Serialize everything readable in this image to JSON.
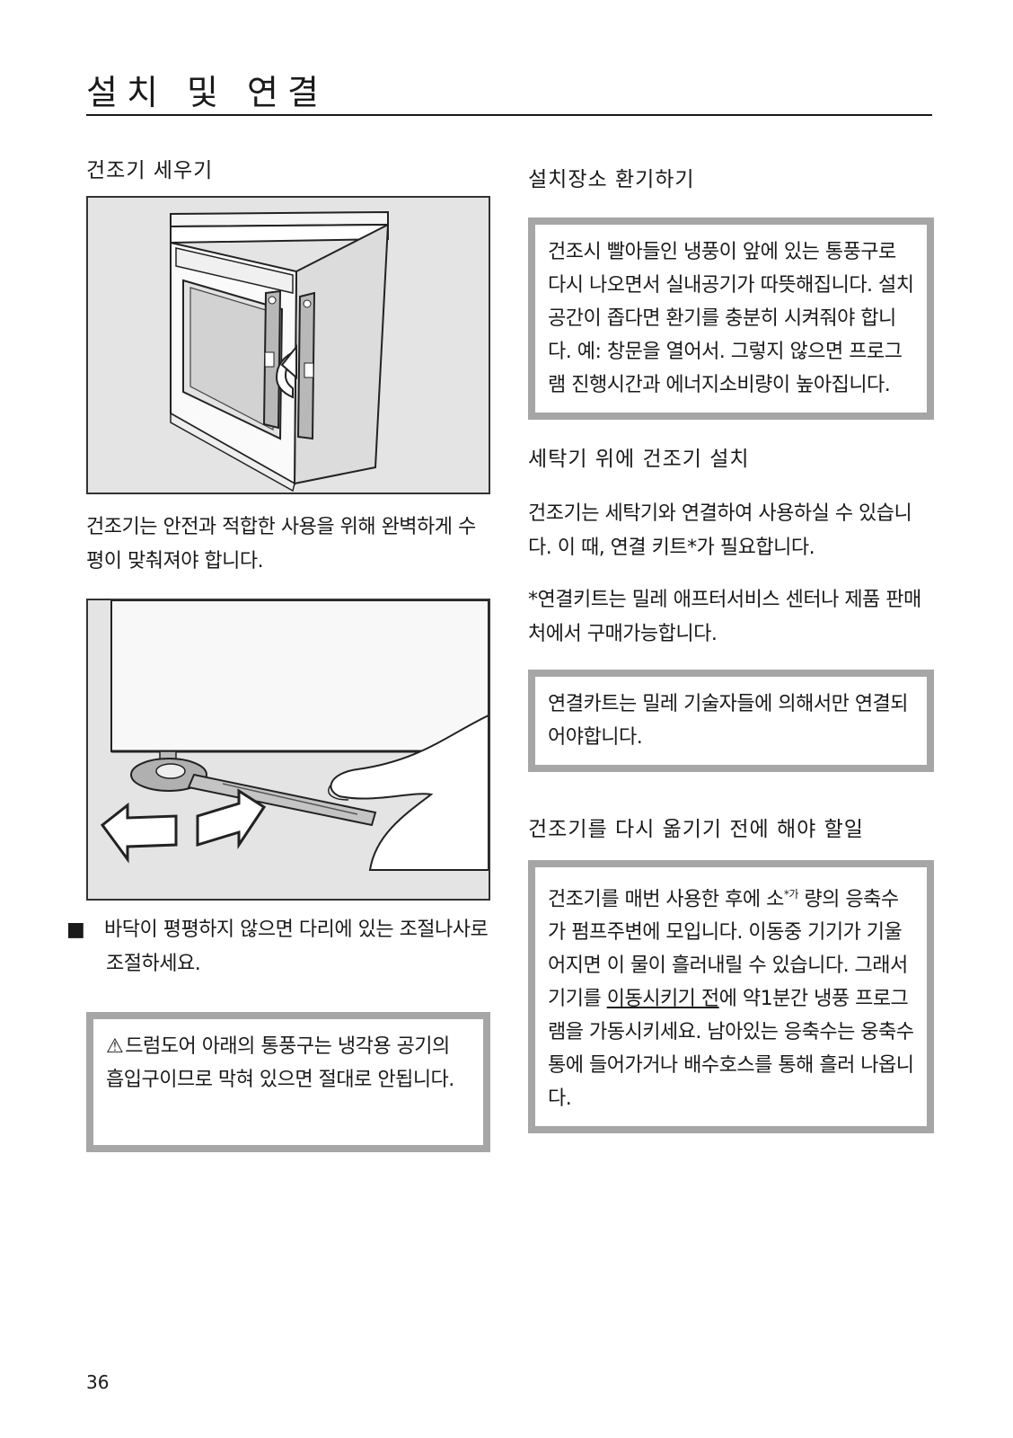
{
  "page": {
    "title": "설치 및 연결",
    "number": "36"
  },
  "left": {
    "heading": "건조기 세우기",
    "level_text": "건조기는 안전과 적합한 사용을 위해 완벽하게 수평이 맞춰져야 합니다.",
    "bullet_marker": "■",
    "feet_text": "바닥이 평평하지 않으면 다리에 있는 조절나사로 조절하세요.",
    "warning_icon": "warning-triangle-icon",
    "warning_text": "드럼도어 아래의 통풍구는 냉각용 공기의 흡입구이므로 막혀 있으면 절대로 안됩니다."
  },
  "right": {
    "vent_heading": "설치장소 환기하기",
    "vent_text": "건조시 빨아들인 냉풍이 앞에 있는 통풍구로 다시 나오면서 실내공기가 따뜻해집니다. 설치공간이 좁다면 환기를 충분히 시켜줘야 합니다. 예: 창문을 열어서. 그렇지 않으면 프로그램 진행시간과 에너지소비량이 높아집니다.",
    "stack_heading": "세탁기 위에 건조기 설치",
    "stack_text": "건조기는 세탁기와 연결하여 사용하실 수 있습니다. 이 때, 연결 키트*가 필요합니다.",
    "kit_footnote": "*연결키트는 밀레 애프터서비스 센터나 제품 판매처에서 구매가능합니다.",
    "kit_note": "연결카트는 밀레 기술자들에 의해서만 연결되어야합니다.",
    "move_heading": "건조기를 다시 옮기기 전에 해야 할일",
    "move_text_1": "건조기를 매번 사용한 후에 소",
    "move_sup": "*가",
    "move_text_2": " 량의 응축수가 펌프주변에 모입니다. 이동중 기기가 기울어지면 이 물이 흘러내릴 수 있습니다. 그래서 기기를 ",
    "move_underlined": "이동시키기 전",
    "move_text_3": "에 약1분간 냉풍 프로그램을 가동시키세요. 남아있는 응축수는 웅축수통에 들어가거나 배수호스를 통해 흘러 나옵니다."
  },
  "colors": {
    "note_border": "#a6a6a6",
    "figure_bg": "#e4e4e4"
  }
}
